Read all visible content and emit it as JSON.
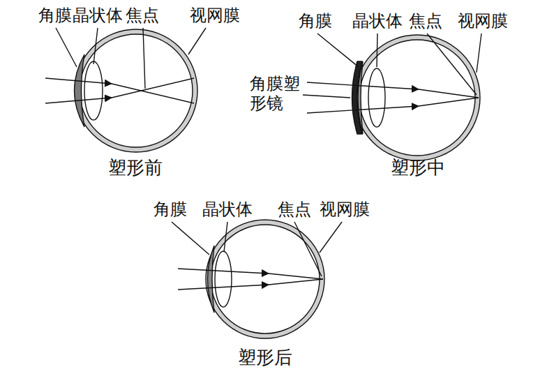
{
  "diagram": {
    "labels": [
      "角膜",
      "晶状体",
      "焦点",
      "视网膜",
      "塑形前",
      "角膜",
      "晶状体",
      "焦点",
      "视网膜",
      "角膜塑形镜",
      "塑形中",
      "角膜",
      "晶状体",
      "焦点",
      "视网膜",
      "塑形后"
    ]
  }
}
